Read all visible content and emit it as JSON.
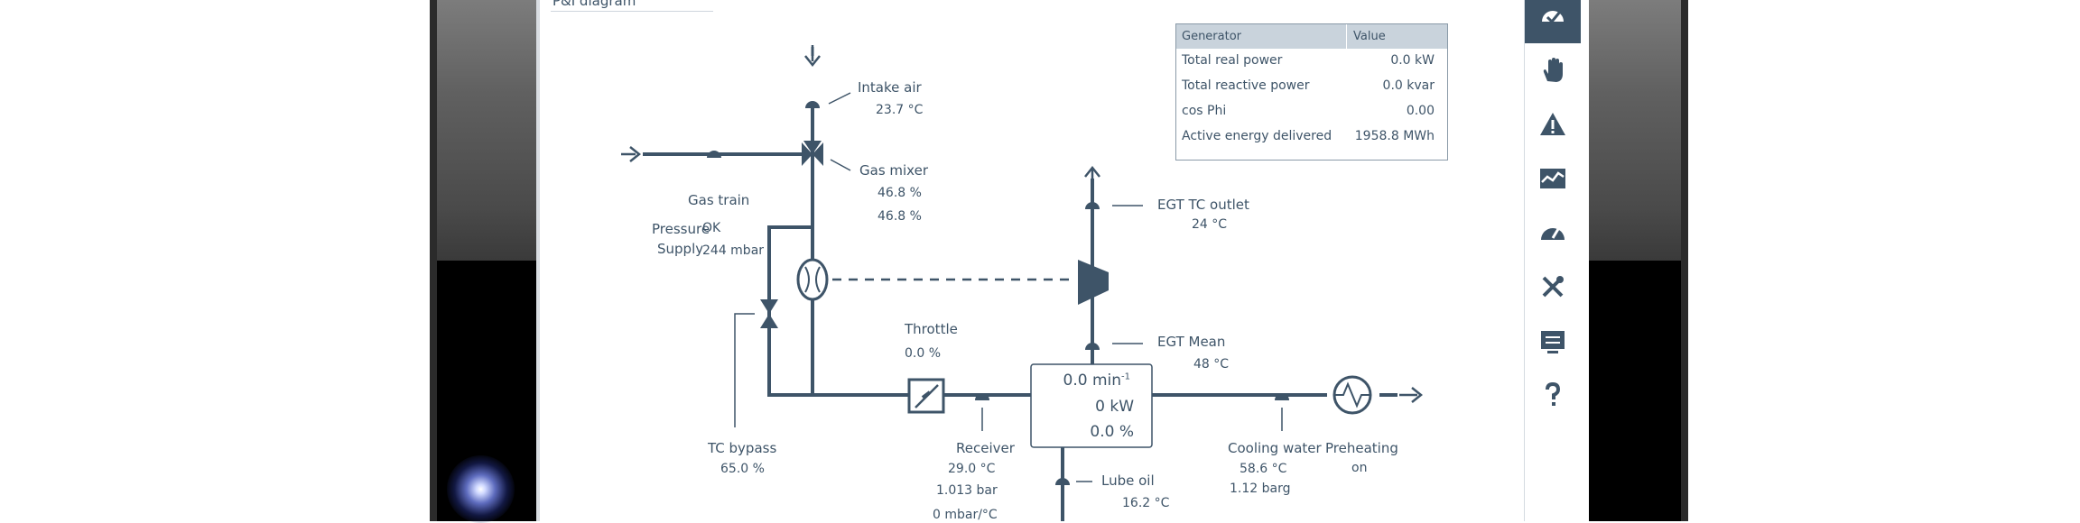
{
  "page": {
    "title": "P&I diagram"
  },
  "generator_table": {
    "headers": [
      "Generator",
      "Value"
    ],
    "rows": [
      {
        "label": "Total real power",
        "value": "0.0 kW"
      },
      {
        "label": "Total reactive power",
        "value": "0.0 kvar"
      },
      {
        "label": "cos Phi",
        "value": "0.00"
      },
      {
        "label": "Active energy delivered",
        "value": "1958.8 MWh"
      }
    ]
  },
  "sensors": {
    "intake_air": {
      "label": "Intake air",
      "value": "23.7 °C"
    },
    "gas_mixer": {
      "label": "Gas mixer",
      "value1": "46.8 %",
      "value2": "46.8 %"
    },
    "gas_train": {
      "label": "Gas train"
    },
    "pressure": {
      "label": "Pressure",
      "value": "OK"
    },
    "supply": {
      "label": "Supply",
      "value": "244 mbar"
    },
    "egt_tc_outlet": {
      "label": "EGT TC outlet",
      "value": "24 °C"
    },
    "egt_mean": {
      "label": "EGT Mean",
      "value": "48 °C"
    },
    "throttle": {
      "label": "Throttle",
      "value": "0.0 %"
    },
    "tc_bypass": {
      "label": "TC bypass",
      "value": "65.0 %"
    },
    "receiver": {
      "label": "Receiver",
      "value1": "29.0 °C",
      "value2": "1.013 bar",
      "value3": "0 mbar/°C"
    },
    "lube_oil": {
      "label": "Lube oil",
      "value": "16.2 °C"
    },
    "cooling_water": {
      "label": "Cooling water",
      "value1": "58.6 °C",
      "value2": "1.12 barg"
    },
    "preheating": {
      "label": "Preheating",
      "value": "on"
    }
  },
  "engine": {
    "speed": "0.0 min",
    "speed_exp": "-1",
    "power": "0 kW",
    "load": "0.0 %"
  },
  "sidebar": {
    "items": [
      {
        "icon": "dashboard-check-icon",
        "active": true
      },
      {
        "icon": "hand-icon",
        "active": false
      },
      {
        "icon": "warning-icon",
        "active": false
      },
      {
        "icon": "trend-chart-icon",
        "active": false
      },
      {
        "icon": "gauge-icon",
        "active": false
      },
      {
        "icon": "tools-icon",
        "active": false
      },
      {
        "icon": "settings-panel-icon",
        "active": false
      },
      {
        "icon": "help-icon",
        "active": false
      }
    ]
  },
  "colors": {
    "primary": "#3e5468",
    "header_bg": "#c9d3dc"
  }
}
